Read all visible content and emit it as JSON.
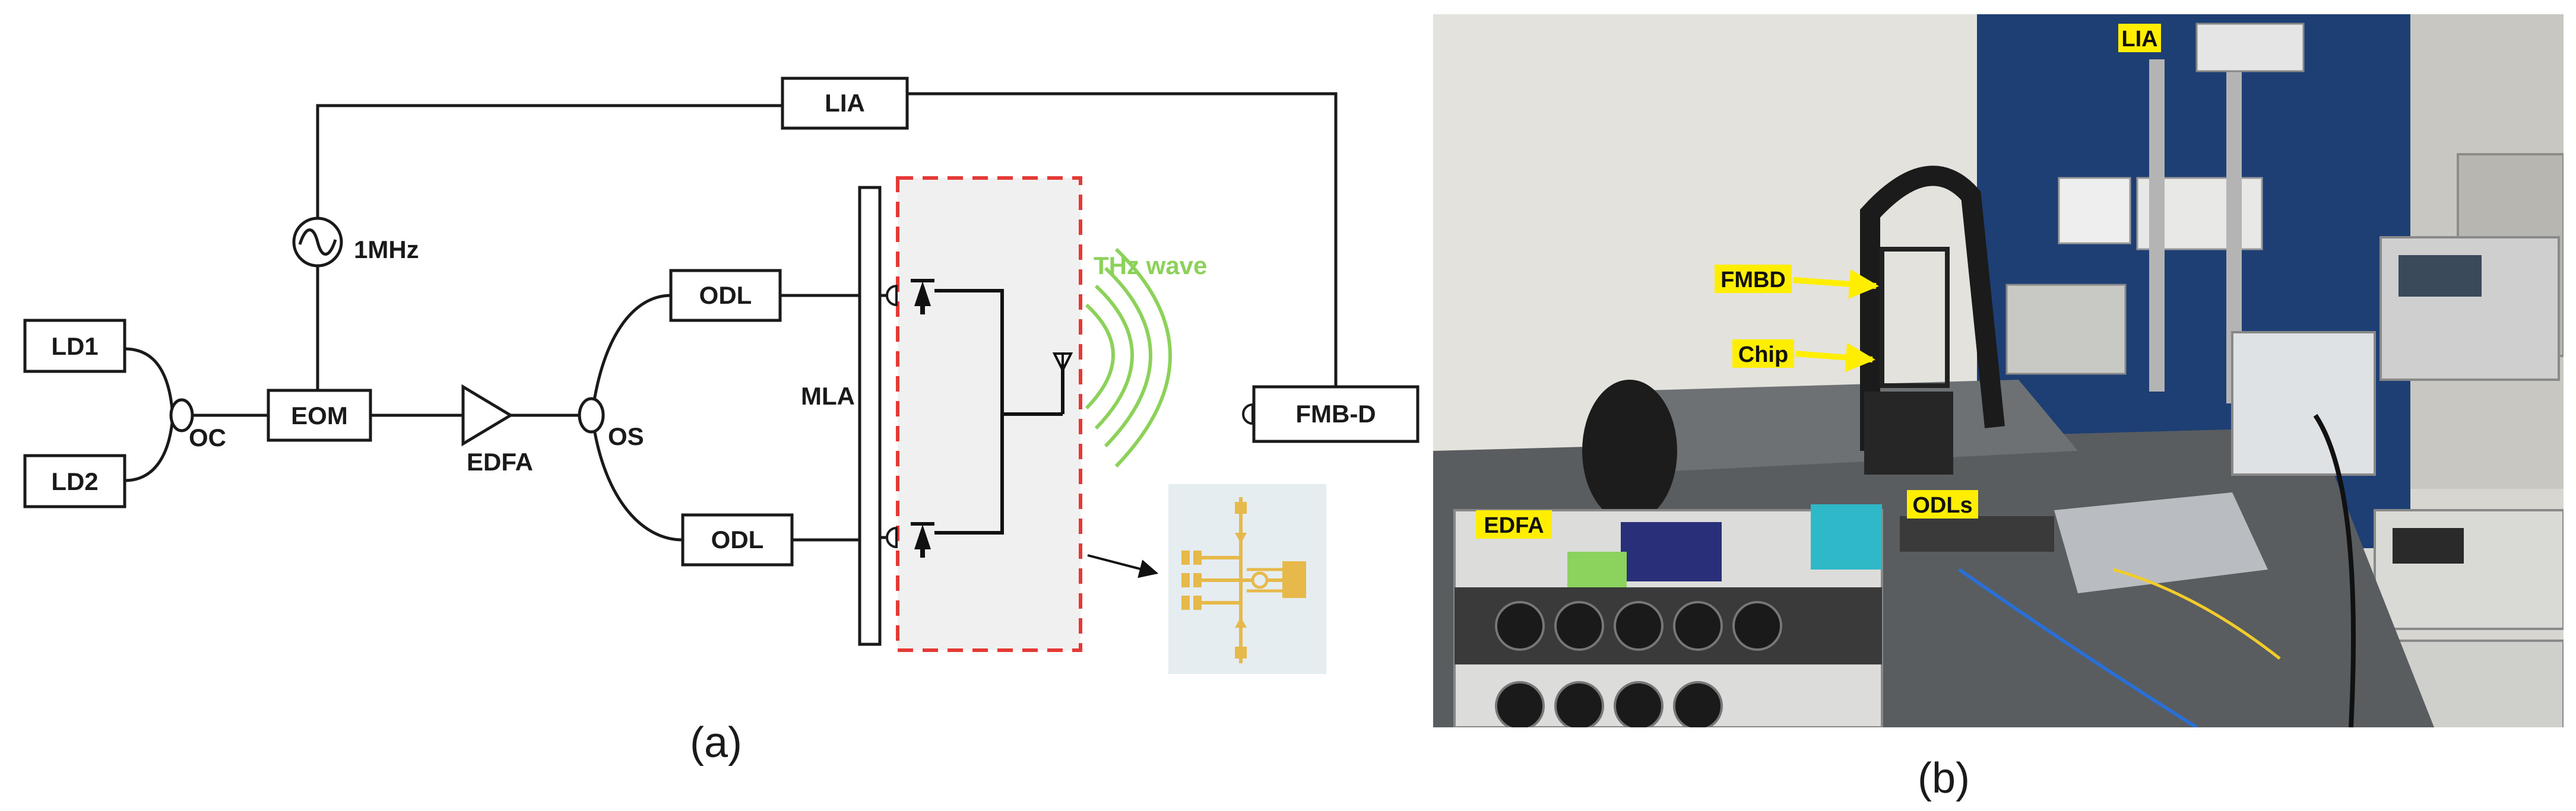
{
  "panel_a": {
    "caption": "(a)",
    "labels": {
      "lia": "LIA",
      "osc": "1MHz",
      "ld1": "LD1",
      "ld2": "LD2",
      "oc": "OC",
      "eom": "EOM",
      "edfa": "EDFA",
      "os": "OS",
      "odl_top": "ODL",
      "odl_bottom": "ODL",
      "mla": "MLA",
      "thz": "THz wave",
      "fmbd": "FMB-D"
    },
    "colors": {
      "thz_wave": "#8cd25a",
      "chip_box": "#e53935",
      "chip_layout": "#e6b94a"
    }
  },
  "panel_b": {
    "caption": "(b)",
    "tags": {
      "lia": "LIA",
      "fmbd": "FMBD",
      "chip": "Chip",
      "odls": "ODLs",
      "edfa": "EDFA"
    },
    "colors": {
      "tag_bg": "#ffee00",
      "arrow": "#ffee00"
    }
  }
}
